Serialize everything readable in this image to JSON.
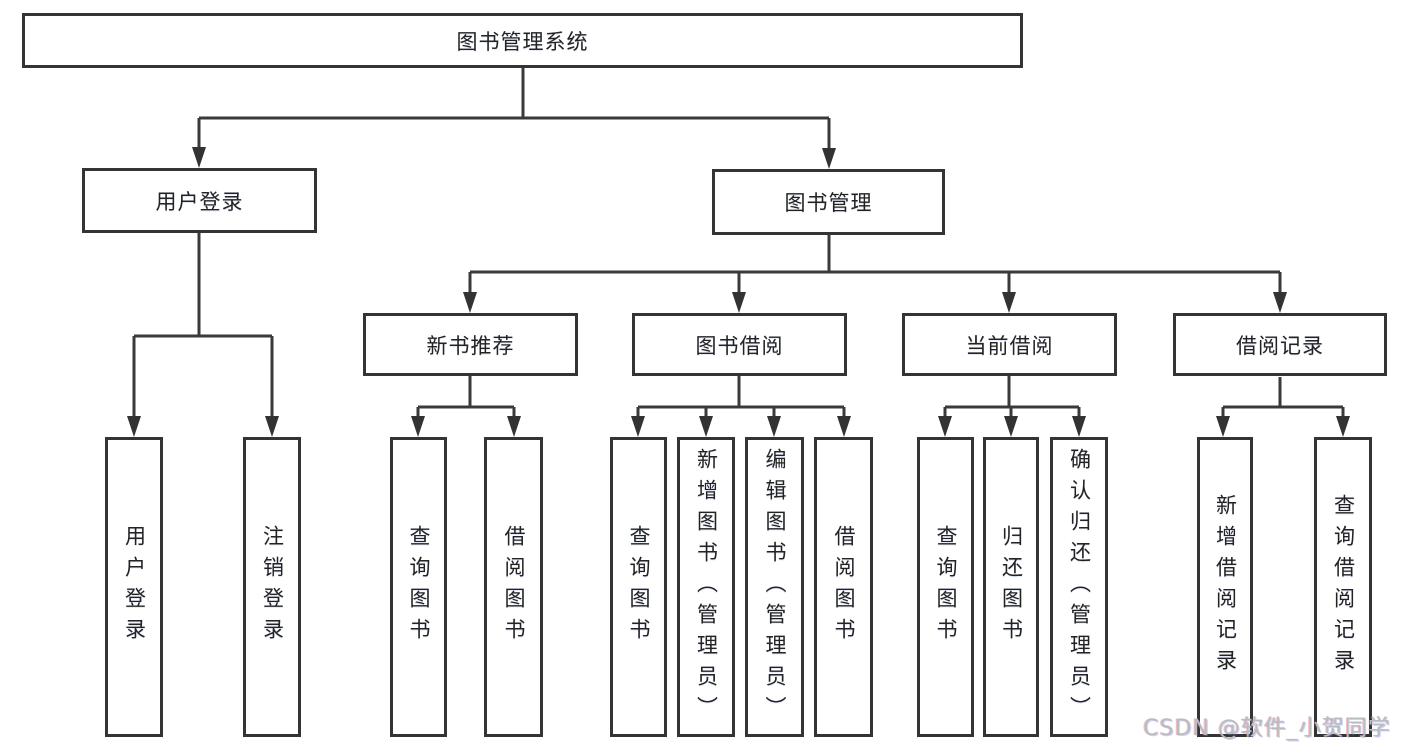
{
  "tree": {
    "label": "图书管理系统",
    "children": [
      {
        "label": "用户登录",
        "children": [
          {
            "label": "用户登录"
          },
          {
            "label": "注销登录"
          }
        ]
      },
      {
        "label": "图书管理",
        "children": [
          {
            "label": "新书推荐",
            "children": [
              {
                "label": "查询图书"
              },
              {
                "label": "借阅图书"
              }
            ]
          },
          {
            "label": "图书借阅",
            "children": [
              {
                "label": "查询图书"
              },
              {
                "label": "新增图书（管理员）"
              },
              {
                "label": "编辑图书（管理员）"
              },
              {
                "label": "借阅图书"
              }
            ]
          },
          {
            "label": "当前借阅",
            "children": [
              {
                "label": "查询图书"
              },
              {
                "label": "归还图书"
              },
              {
                "label": "确认归还（管理员）"
              }
            ]
          },
          {
            "label": "借阅记录",
            "children": [
              {
                "label": "新增借阅记录"
              },
              {
                "label": "查询借阅记录"
              }
            ]
          }
        ]
      }
    ]
  },
  "watermark": {
    "text": "CSDN @软件_小贺同学"
  },
  "colors": {
    "line": "#3a3a3a",
    "box_border": "#343434",
    "text": "#232323",
    "watermark_gray": "#b9bdc1",
    "background": "#ffffff"
  }
}
